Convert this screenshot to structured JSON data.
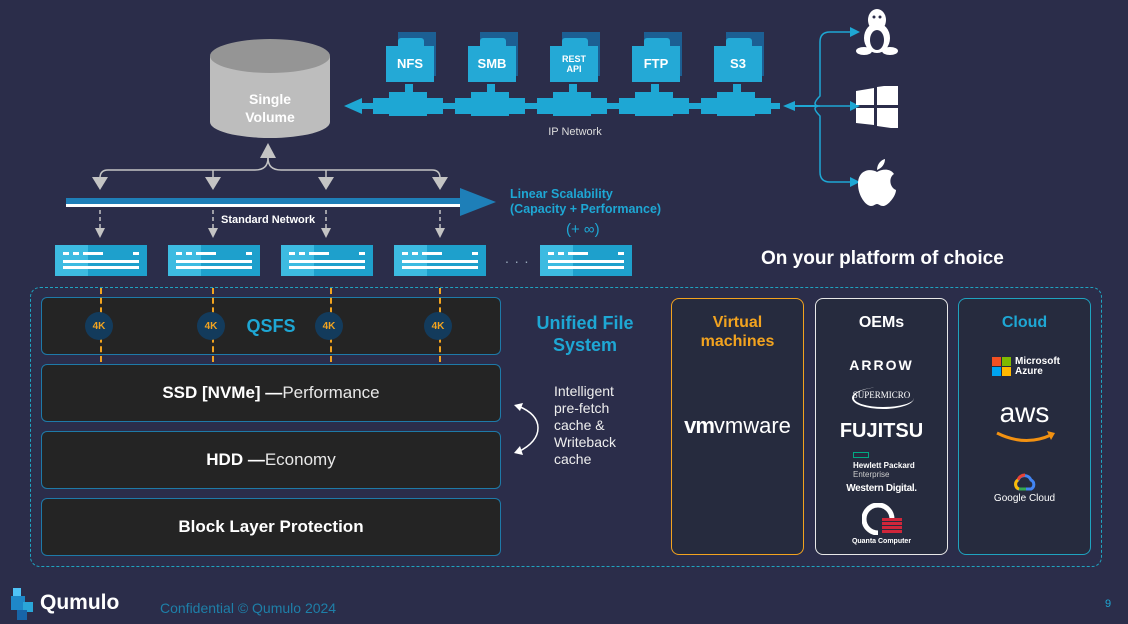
{
  "volume": {
    "label_line1": "Single",
    "label_line2": "Volume"
  },
  "protocols": [
    {
      "label": "NFS"
    },
    {
      "label": "SMB"
    },
    {
      "label_line1": "REST",
      "label_line2": "API"
    },
    {
      "label": "FTP"
    },
    {
      "label": "S3"
    }
  ],
  "ip_network_label": "IP Network",
  "clients": [
    {
      "icon": "linux-icon"
    },
    {
      "icon": "windows-icon"
    },
    {
      "icon": "apple-icon"
    }
  ],
  "standard_network_label": "Standard Network",
  "scalability": {
    "line1": "Linear Scalability",
    "line2": "(Capacity + Performance)",
    "infinity": "(+ ∞)",
    "ellipsis": ". . ."
  },
  "platform_heading": "On your platform of choice",
  "qsfs": {
    "label": "QSFS",
    "blocks": [
      "4K",
      "4K",
      "4K",
      "4K"
    ]
  },
  "layers": [
    {
      "bold": "SSD [NVMe] —",
      "light": " Performance"
    },
    {
      "bold": "HDD —",
      "light": " Economy"
    },
    {
      "bold": "Block Layer Protection",
      "light": ""
    }
  ],
  "unified": {
    "line1": "Unified File",
    "line2": "System"
  },
  "cache_text": [
    "Intelligent",
    "pre-fetch",
    "cache &",
    "Writeback",
    "cache"
  ],
  "platforms": {
    "vm": {
      "title_line1": "Virtual",
      "title_line2": "machines",
      "logos": [
        "vmware"
      ]
    },
    "oems": {
      "title": "OEMs",
      "logos": [
        "ARROW",
        "SUPERMICRO",
        "FUJITSU",
        "Hewlett Packard",
        "Enterprise",
        "Western Digital.",
        "Quanta Computer"
      ]
    },
    "cloud": {
      "title": "Cloud",
      "logos": [
        "Microsoft",
        "Azure",
        "aws",
        "Google Cloud"
      ]
    }
  },
  "footer": {
    "brand": "Qumulo",
    "confidential": "Confidential © Qumulo 2024",
    "page": "9"
  },
  "colors": {
    "background": "#2b2d4a",
    "accent_blue": "#1ea7d4",
    "accent_orange": "#f2a31f"
  }
}
